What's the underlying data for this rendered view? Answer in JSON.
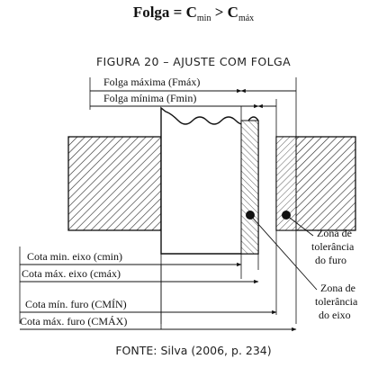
{
  "formula": {
    "lhs": "Folga = C",
    "sub_min": "min",
    "op": " > C",
    "sub_max": "máx"
  },
  "figure_caption": "FIGURA 20 – AJUSTE COM FOLGA",
  "diagram": {
    "labels": {
      "fmax": "Folga máxima (Fmáx)",
      "fmin": "Folga mínima (Fmin)",
      "cota_min_eixo": "Cota min. eixo (cmin)",
      "cota_max_eixo": "Cota máx. eixo (cmáx)",
      "cota_min_furo": "Cota mín. furo (CMÍN)",
      "cota_max_furo": "Cota máx. furo (CMÁX)",
      "zona_furo_1": "Zona de",
      "zona_furo_2": "tolerância",
      "zona_furo_3": "do furo",
      "zona_eixo_1": "Zona de",
      "zona_eixo_2": "tolerância",
      "zona_eixo_3": "do eixo"
    }
  },
  "source": "FONTE: Silva (2006, p. 234)"
}
